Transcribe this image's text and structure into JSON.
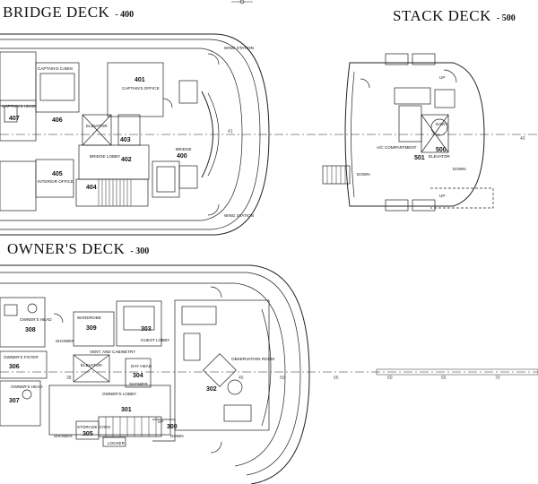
{
  "decks": {
    "bridge": {
      "title": "BRIDGE DECK",
      "number": "- 400"
    },
    "stack": {
      "title": "STACK DECK",
      "number": "- 500"
    },
    "owners": {
      "title": "OWNER'S DECK",
      "number": "- 300"
    }
  },
  "bridge_rooms": {
    "r401": "401",
    "r402": "402",
    "r403": "403",
    "r404": "404",
    "r405": "405",
    "r406": "406",
    "r407": "407",
    "r400": "400",
    "captains_office": "CAPTAIN'S OFFICE",
    "captains_cabin": "CAPTAIN'S CABIN",
    "captains_head": "CAPTAIN'S HEAD",
    "elevator": "ELEVATOR",
    "bridge_lobby": "BRIDGE LOBBY",
    "interior_office": "INTERIOR OFFICE",
    "bridge": "BRIDGE",
    "wing_station_top": "WING STATION",
    "wing_station_bottom": "WING STATION",
    "axis_41": "41"
  },
  "stack_rooms": {
    "r500": "500",
    "r501": "501",
    "davit": "DAVIT",
    "ac_compartment": "A/C COMPARTMENT",
    "elevator": "ELEVATOR",
    "down_left": "DOWN",
    "down_right": "DOWN",
    "up_top": "UP",
    "up_bottom": "UP",
    "axis_40": "40"
  },
  "owner_rooms": {
    "r300": "300",
    "r301": "301",
    "r302": "302",
    "r303": "303",
    "r304": "304",
    "r305": "305",
    "r306": "306",
    "r307": "307",
    "r308": "308",
    "r309": "309",
    "owners_head_top": "OWNER'S HEAD",
    "owners_head_bottom": "OWNER'S HEAD",
    "owners_foyer": "OWNER'S FOYER",
    "wardrobe": "WARDROBE",
    "vent_and_cabinetry": "VENT. AND CABINETRY",
    "guest_lobby": "GUEST LOBBY",
    "day_head": "DAY HEAD",
    "elevator": "ELEVATOR",
    "owners_lobby": "OWNER'S LOBBY",
    "observation_room": "OBSERVATION ROOM",
    "storage_gyro": "STORAGE GYRO",
    "shower_a": "SHOWER",
    "shower_b": "SHOWER",
    "shower_c": "SHOWER",
    "locker": "LOCKER",
    "down": "DOWN",
    "up": "UP",
    "axes": [
      "38",
      "45",
      "50",
      "55",
      "60",
      "65",
      "70"
    ]
  }
}
